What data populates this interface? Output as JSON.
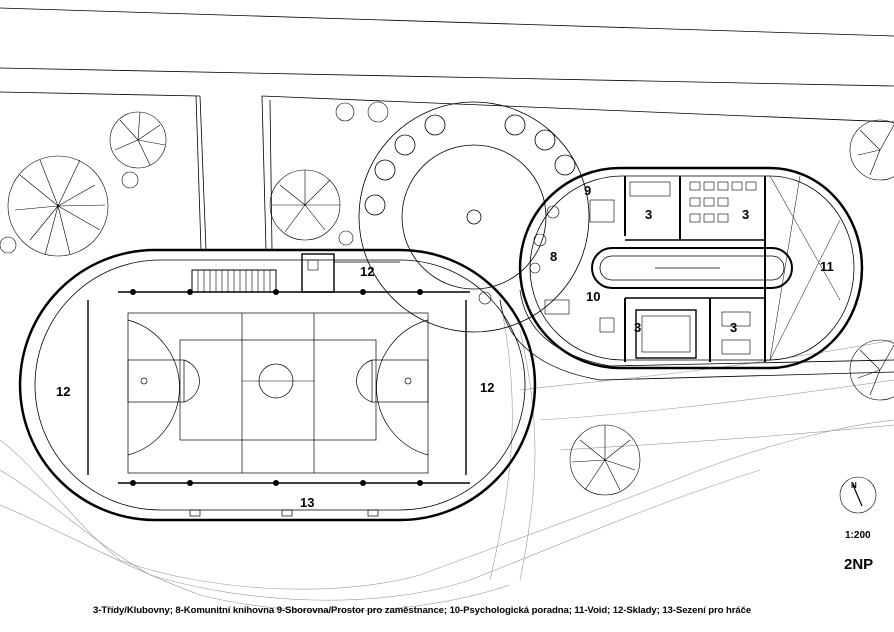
{
  "plan": {
    "rooms": {
      "r12_left": "12",
      "r12_right": "12",
      "r12_top": "12",
      "r13": "13",
      "r8": "8",
      "r9": "9",
      "r10": "10",
      "r11": "11",
      "r3_a": "3",
      "r3_b": "3",
      "r3_c": "3",
      "r3_d": "3"
    },
    "north": "N",
    "scale": "1:200",
    "sheet": "2NP",
    "legend": "3-Třídy/Klubovny; 8-Komunitní knihovna 9-Sborovna/Prostor pro zaměstnance; 10-Psychologická poradna; 11-Void; 12-Sklady; 13-Sezení pro hráče"
  },
  "colors": {
    "line": "#000000",
    "light": "#9a9a9a",
    "paper": "#ffffff"
  }
}
